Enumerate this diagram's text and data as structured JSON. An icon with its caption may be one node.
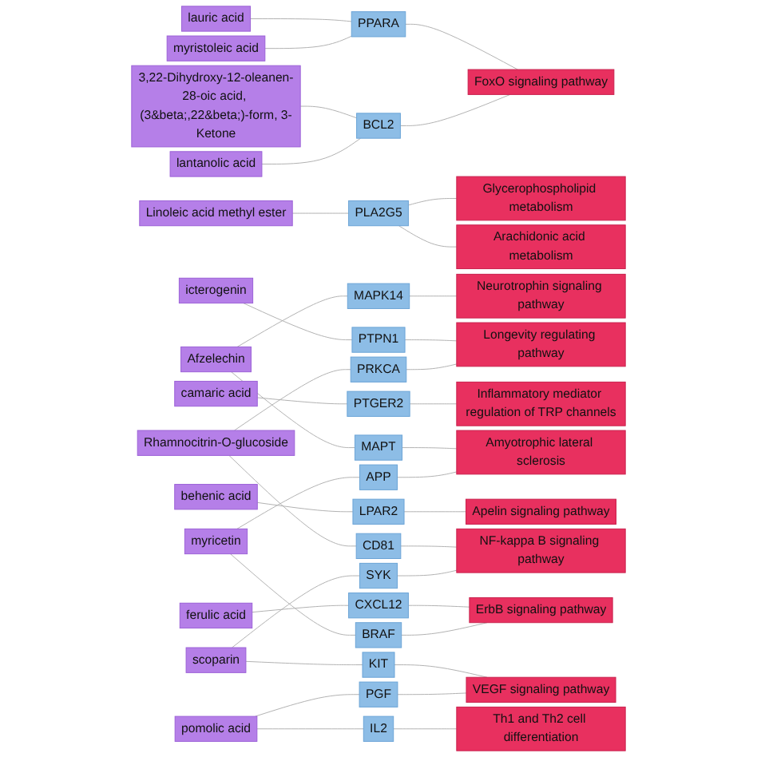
{
  "diagram": {
    "nodes": [
      {
        "text": [
          "myristoleic acid"
        ]
      },
      {
        "text": [
          "lauric acid"
        ]
      },
      {
        "text": [
          "Linoleic acid methyl ester"
        ]
      },
      {
        "text": [
          "Afzelechin"
        ]
      },
      {
        "text": [
          "lantanolic acid"
        ]
      },
      {
        "text": [
          "icterogenin"
        ]
      },
      {
        "text": [
          "camaric acid"
        ]
      },
      {
        "text": [
          "behenic acid"
        ]
      },
      {
        "text": [
          "3,22-Dihydroxy-12-oleanen-28-oic acid, (3&beta;,22&beta;)-form, 3-Ketone"
        ]
      },
      {
        "text": [
          "Rhamnocitrin-O-glucoside"
        ]
      },
      {
        "text": [
          "scoparin"
        ]
      },
      {
        "text": [
          "myricetin"
        ]
      },
      {
        "text": [
          "ferulic acid"
        ]
      },
      {
        "text": [
          "pomolic acid"
        ]
      },
      {
        "text": [
          "PRKCA"
        ]
      },
      {
        "text": [
          "PGF"
        ]
      },
      {
        "text": [
          "MAPK14"
        ]
      },
      {
        "text": [
          "CXCL12"
        ]
      },
      {
        "text": [
          "BRAF"
        ]
      },
      {
        "text": [
          "PPARA"
        ]
      },
      {
        "text": [
          "IL2"
        ]
      },
      {
        "text": [
          "PTGER2"
        ]
      },
      {
        "text": [
          "SYK"
        ]
      },
      {
        "text": [
          "PTPN1"
        ]
      },
      {
        "text": [
          "MAPT"
        ]
      },
      {
        "text": [
          "PLA2G5"
        ]
      },
      {
        "text": [
          "BCL2"
        ]
      },
      {
        "text": [
          "CD81"
        ]
      },
      {
        "text": [
          "KIT"
        ]
      },
      {
        "text": [
          "APP"
        ]
      },
      {
        "text": [
          "LPAR2"
        ]
      },
      {
        "text": [
          "Neurotrophin signaling pathway"
        ]
      },
      {
        "text": [
          "ErbB signaling pathway"
        ]
      },
      {
        "text": [
          "FoxO signaling pathway"
        ]
      },
      {
        "text": [
          "Longevity regulating pathway"
        ]
      },
      {
        "text": [
          "Amyotrophic lateral sclerosis"
        ]
      },
      {
        "text": [
          "NF-kappa B signaling pathway"
        ]
      },
      {
        "text": [
          "Glycerophospholipid metabolism"
        ]
      },
      {
        "text": [
          "Arachidonic acid metabolism"
        ]
      },
      {
        "text": [
          "Apelin signaling pathway"
        ]
      },
      {
        "text": [
          "VEGF signaling pathway"
        ]
      },
      {
        "text": [
          "Inflammatory mediator regulation of TRP channels"
        ]
      },
      {
        "text": [
          "Th1 and Th2 cell differentiation"
        ]
      }
    ],
    "edges": [
      {
        "from": 0,
        "to": 19,
        "arrow": "none"
      },
      {
        "from": 1,
        "to": 19,
        "arrow": "none"
      },
      {
        "from": 2,
        "to": 25,
        "arrow": "none"
      },
      {
        "from": 3,
        "to": 16,
        "arrow": "none"
      },
      {
        "from": 4,
        "to": 26,
        "arrow": "none"
      },
      {
        "from": 5,
        "to": 23,
        "arrow": "none"
      },
      {
        "from": 6,
        "to": 21,
        "arrow": "none"
      },
      {
        "from": 7,
        "to": 30,
        "arrow": "none"
      },
      {
        "from": 8,
        "to": 26,
        "arrow": "none"
      },
      {
        "from": 9,
        "to": 14,
        "arrow": "none"
      },
      {
        "from": 10,
        "to": 22,
        "arrow": "none"
      },
      {
        "from": 11,
        "to": 18,
        "arrow": "none"
      },
      {
        "from": 11,
        "to": 29,
        "arrow": "none"
      },
      {
        "from": 12,
        "to": 17,
        "arrow": "none"
      },
      {
        "from": 13,
        "to": 15,
        "arrow": "none"
      },
      {
        "from": 13,
        "to": 20,
        "arrow": "none"
      },
      {
        "from": 3,
        "to": 24,
        "arrow": "none"
      },
      {
        "from": 9,
        "to": 27,
        "arrow": "none"
      },
      {
        "from": 10,
        "to": 28,
        "arrow": "none"
      },
      {
        "from": 16,
        "to": 31,
        "arrow": "none"
      },
      {
        "from": 18,
        "to": 32,
        "arrow": "none"
      },
      {
        "from": 26,
        "to": 33,
        "arrow": "none"
      },
      {
        "from": 14,
        "to": 34,
        "arrow": "none"
      },
      {
        "from": 29,
        "to": 35,
        "arrow": "none"
      },
      {
        "from": 24,
        "to": 35,
        "arrow": "none"
      },
      {
        "from": 22,
        "to": 36,
        "arrow": "none"
      },
      {
        "from": 25,
        "to": 37,
        "arrow": "none"
      },
      {
        "from": 25,
        "to": 38,
        "arrow": "none"
      },
      {
        "from": 30,
        "to": 39,
        "arrow": "none"
      },
      {
        "from": 15,
        "to": 40,
        "arrow": "none"
      },
      {
        "from": 21,
        "to": 41,
        "arrow": "none"
      },
      {
        "from": 20,
        "to": 42,
        "arrow": "none"
      },
      {
        "from": 17,
        "to": 32,
        "arrow": "none"
      },
      {
        "from": 19,
        "to": 33,
        "arrow": "none"
      },
      {
        "from": 23,
        "to": 34,
        "arrow": "none"
      },
      {
        "from": 28,
        "to": 40,
        "arrow": "none"
      },
      {
        "from": 27,
        "to": 36,
        "arrow": "none"
      }
    ]
  }
}
